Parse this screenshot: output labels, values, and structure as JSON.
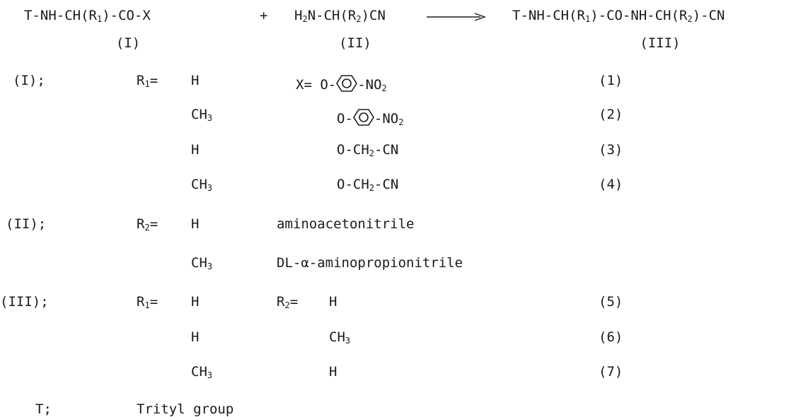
{
  "reaction": {
    "reactant1": {
      "formula": [
        "T-NH-CH(R",
        "1",
        ")-CO-X"
      ],
      "label": "(I)"
    },
    "plus": "+",
    "reactant2": {
      "formula": [
        "H",
        "2",
        "N-CH(R",
        "2",
        ")CN"
      ],
      "label": "(II)"
    },
    "product": {
      "formula": [
        "T-NH-CH(R",
        "1",
        ")-CO-NH-CH(R",
        "2",
        ")-CN"
      ],
      "label": "(III)"
    }
  },
  "definitions": {
    "group_I": {
      "label": "(I);",
      "r_label": [
        "R",
        "1",
        "= "
      ],
      "x_label": "X= ",
      "rows": [
        {
          "r": "H",
          "x_pre": "O-",
          "x_ring": true,
          "x_post": [
            "-NO",
            "2"
          ],
          "num": "(1)"
        },
        {
          "r": [
            "CH",
            "3"
          ],
          "x_pre": "O-",
          "x_ring": true,
          "x_post": [
            "-NO",
            "2"
          ],
          "num": "(2)"
        },
        {
          "r": "H",
          "x": [
            "O-CH",
            "2",
            "-CN"
          ],
          "num": "(3)"
        },
        {
          "r": [
            "CH",
            "3"
          ],
          "x": [
            "O-CH",
            "2",
            "-CN"
          ],
          "num": "(4)"
        }
      ]
    },
    "group_II": {
      "label": "(II);",
      "r_label": [
        "R",
        "2",
        "= "
      ],
      "rows": [
        {
          "r": "H",
          "name": "aminoacetonitrile"
        },
        {
          "r": [
            "CH",
            "3"
          ],
          "name": "DL-α-aminopropionitrile"
        }
      ]
    },
    "group_III": {
      "label": "(III);",
      "r1_label": [
        "R",
        "1",
        "= "
      ],
      "r2_label": [
        "R",
        "2",
        "= "
      ],
      "rows": [
        {
          "r1": "H",
          "r2": "H",
          "num": "(5)"
        },
        {
          "r1": "H",
          "r2": [
            "CH",
            "3"
          ],
          "num": "(6)"
        },
        {
          "r1": [
            "CH",
            "3"
          ],
          "r2": "H",
          "num": "(7)"
        }
      ]
    },
    "trityl": {
      "label": "T;",
      "text": "Trityl group"
    }
  }
}
